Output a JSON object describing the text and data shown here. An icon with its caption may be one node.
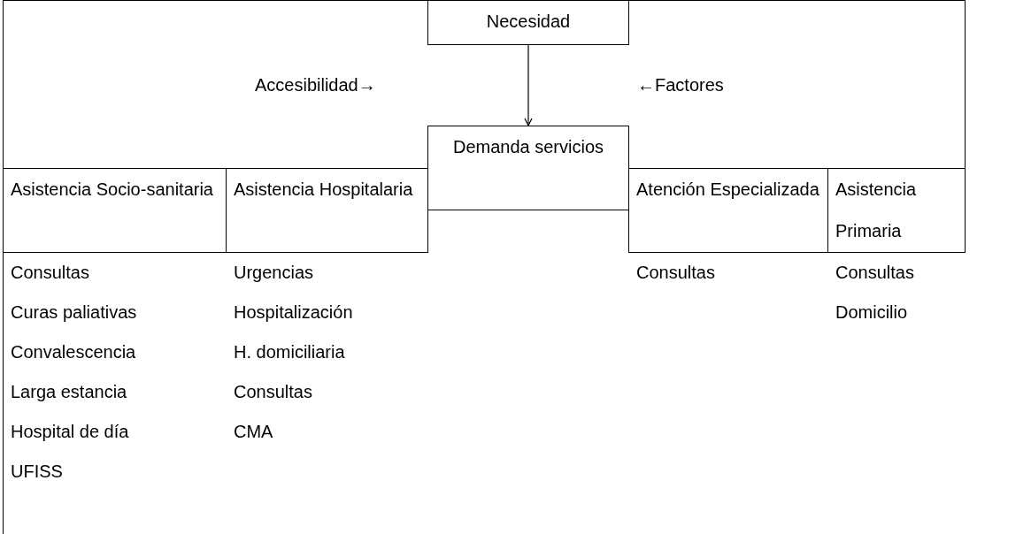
{
  "diagram": {
    "nodes": [
      {
        "text": [
          "Necesidad"
        ]
      },
      {
        "text": [
          "Demanda servicios"
        ]
      },
      {
        "text": [
          "Asistencia Socio-sanitaria"
        ],
        "beside": [
          "Consultas",
          "Curas paliativas",
          "Convalescencia",
          "Larga estancia",
          "Hospital de día",
          "UFISS"
        ]
      },
      {
        "text": [
          "Asistencia Hospitalaria"
        ],
        "beside": [
          "Urgencias",
          "Hospitalización",
          "H. domiciliaria",
          "Consultas",
          "CMA"
        ]
      },
      {
        "text": [
          "Atención Especializada"
        ],
        "beside": [
          "Consultas"
        ]
      },
      {
        "text": [
          "Asistencia Primaria"
        ],
        "beside": [
          "Consultas",
          "Domicilio"
        ]
      }
    ],
    "edges": [
      {
        "from": 0,
        "to": 1,
        "arrow": "to"
      }
    ],
    "labels": [
      "Accesibilidad→",
      "←Factores"
    ]
  }
}
